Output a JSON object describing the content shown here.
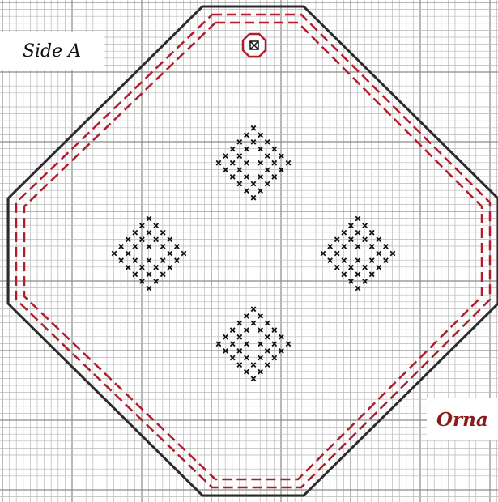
{
  "labels": {
    "side": "Side A",
    "title_partial": "Orna"
  },
  "colors": {
    "grid_minor": "#b9b9b9",
    "grid_major": "#8a8a8a",
    "outline": "#2b2b2b",
    "stitch_line": "#b01c2a",
    "cross": "#111111",
    "title": "#8b1a1a"
  },
  "icons": {
    "hanging_hole": "boxed-x-in-octagon-icon",
    "stitch": "cross-stitch-x"
  }
}
